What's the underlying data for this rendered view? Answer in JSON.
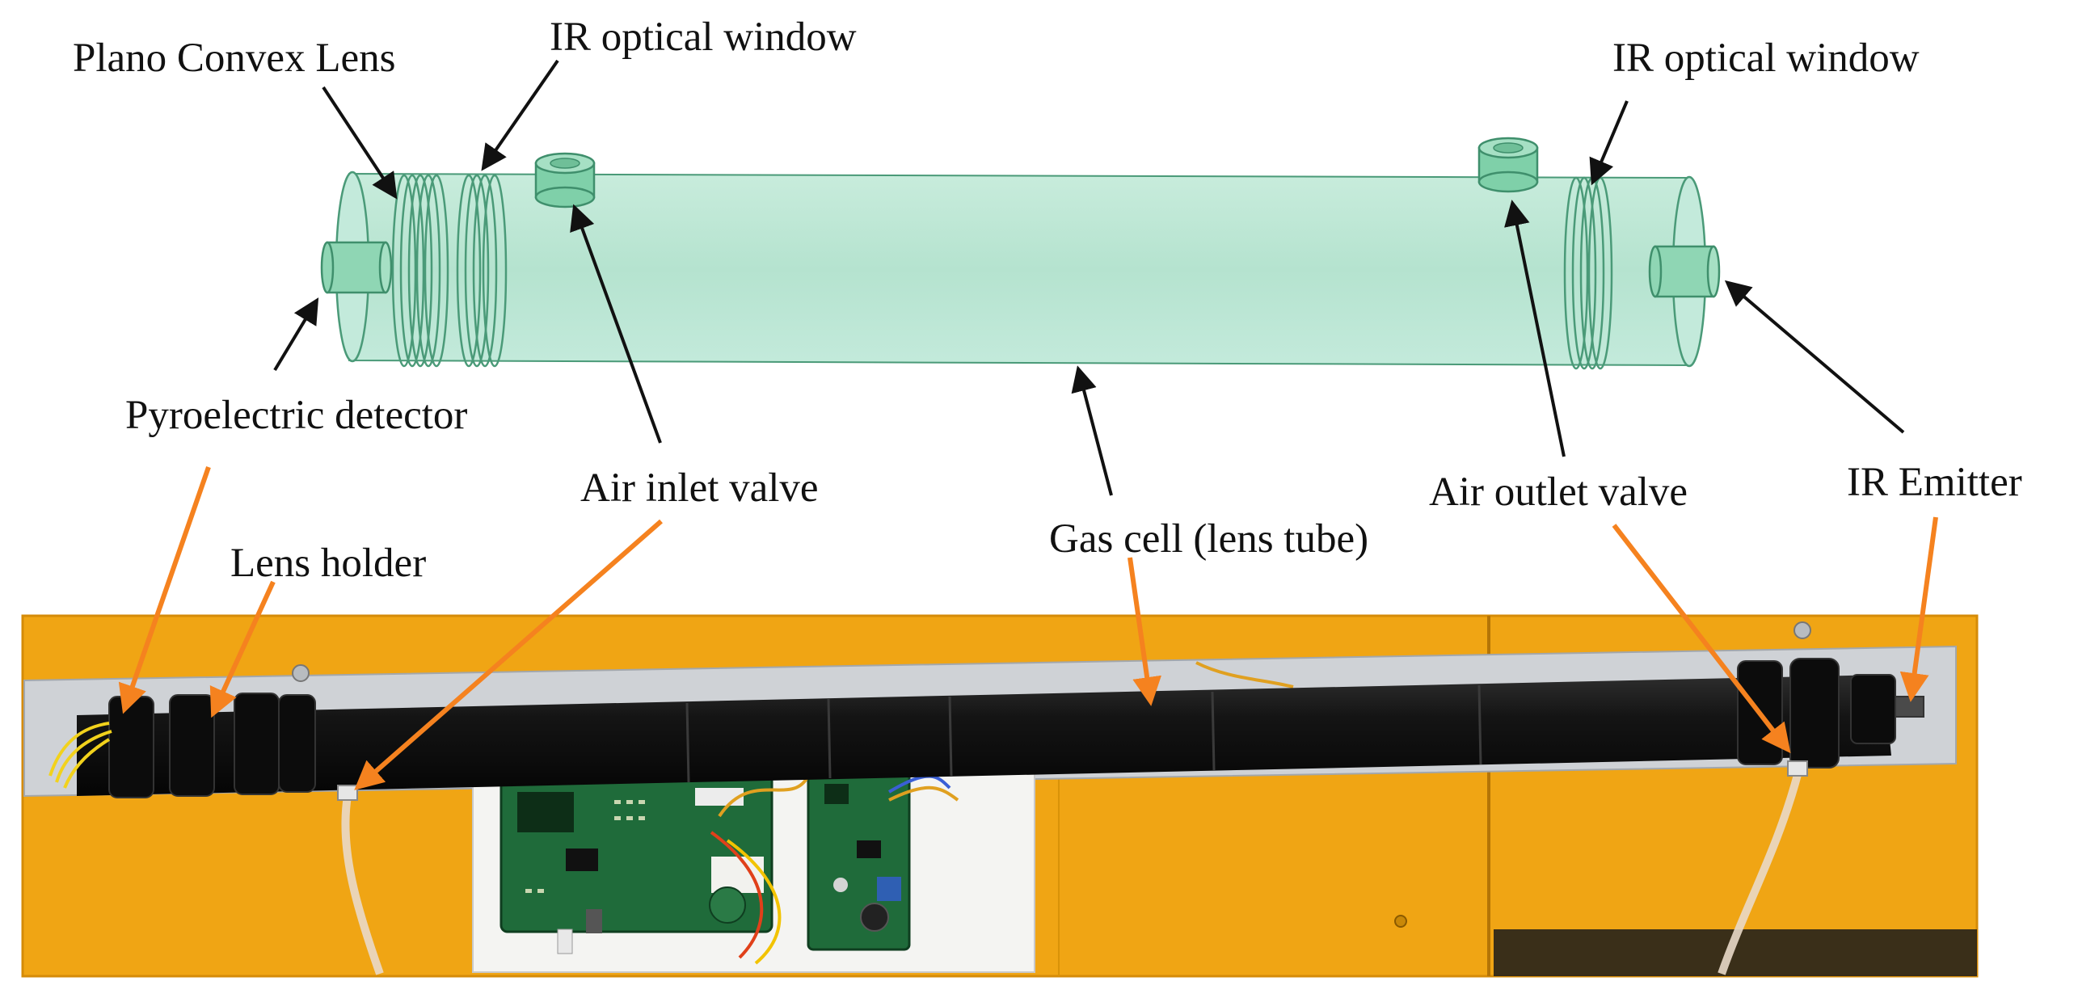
{
  "labels": {
    "plano_convex_lens": "Plano Convex Lens",
    "ir_window_left": "IR optical window",
    "ir_window_right": "IR optical window",
    "pyroelectric_detector": "Pyroelectric detector",
    "air_inlet_valve": "Air inlet valve",
    "gas_cell": "Gas cell (lens tube)",
    "air_outlet_valve": "Air outlet valve",
    "ir_emitter": "IR Emitter",
    "lens_holder": "Lens holder"
  },
  "colors": {
    "tube_fill": "#bfe8d6",
    "tube_edge": "#4a9a78",
    "label_arrow": "#111111",
    "photo_arrow": "#f5821f",
    "background_panel": "#f0a514",
    "rail": "#cfd2d6",
    "black_tube": "#141414",
    "pcb_green": "#1f6b3a"
  }
}
